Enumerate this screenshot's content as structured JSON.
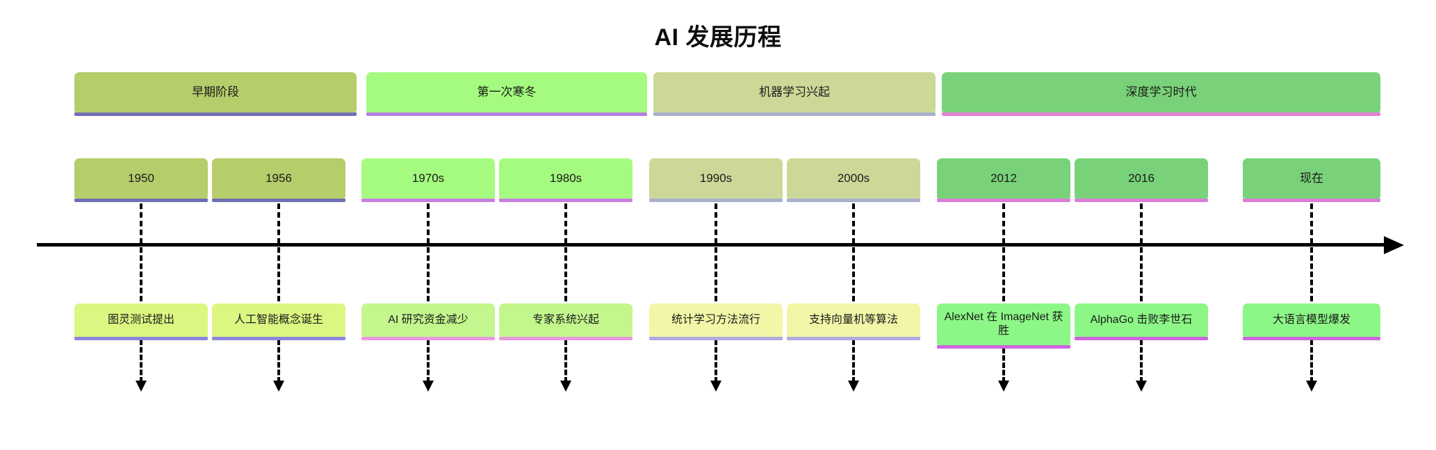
{
  "title": "AI 发展历程",
  "colors": {
    "era_early": "#b5cd6b",
    "era_winter": "#a4fb80",
    "era_ml": "#ccd897",
    "era_dl": "#79d279",
    "year_early": "#b5cd6b",
    "year_winter": "#a4fb80",
    "year_ml": "#ccd897",
    "year_dl": "#79d279",
    "event_early": "#dcf781",
    "event_winter": "#c3f78d",
    "event_ml": "#f2f7a8",
    "event_dl": "#8cf786",
    "accent_purple": "#8c85d9",
    "accent_violet": "#c97fe0",
    "accent_magenta": "#e87fd9",
    "accent_slate": "#a8b0cc",
    "axis": "#000000",
    "text": "#1a1a1a"
  },
  "eras": [
    {
      "label": "早期阶段",
      "fill": "#b5cd6b",
      "accent": "#6f6fb5"
    },
    {
      "label": "第一次寒冬",
      "fill": "#a4fb80",
      "accent": "#b97fe0"
    },
    {
      "label": "机器学习兴起",
      "fill": "#ccd897",
      "accent": "#a8b0cc"
    },
    {
      "label": "深度学习时代",
      "fill": "#79d279",
      "accent": "#e87fd9"
    }
  ],
  "years": [
    {
      "label": "1950",
      "fill": "#b5cd6b",
      "accent": "#6f6fb5"
    },
    {
      "label": "1956",
      "fill": "#b5cd6b",
      "accent": "#6f6fb5"
    },
    {
      "label": "1970s",
      "fill": "#a4fb80",
      "accent": "#c97fe0"
    },
    {
      "label": "1980s",
      "fill": "#a4fb80",
      "accent": "#c97fe0"
    },
    {
      "label": "1990s",
      "fill": "#ccd897",
      "accent": "#a8b0cc"
    },
    {
      "label": "2000s",
      "fill": "#ccd897",
      "accent": "#a8b0cc"
    },
    {
      "label": "2012",
      "fill": "#79d279",
      "accent": "#d97fd9"
    },
    {
      "label": "2016",
      "fill": "#79d279",
      "accent": "#d97fd9"
    },
    {
      "label": "现在",
      "fill": "#79d279",
      "accent": "#d97fd9"
    }
  ],
  "events": [
    {
      "label": "图灵测试提出",
      "fill": "#dcf781",
      "accent": "#8c85d9",
      "tall": false
    },
    {
      "label": "人工智能概念诞生",
      "fill": "#dcf781",
      "accent": "#8c85d9",
      "tall": false
    },
    {
      "label": "AI 研究资金减少",
      "fill": "#c3f78d",
      "accent": "#e89ae0",
      "tall": false
    },
    {
      "label": "专家系统兴起",
      "fill": "#c3f78d",
      "accent": "#e89ae0",
      "tall": false
    },
    {
      "label": "统计学习方法流行",
      "fill": "#f2f7a8",
      "accent": "#b3a8e0",
      "tall": false
    },
    {
      "label": "支持向量机等算法",
      "fill": "#f2f7a8",
      "accent": "#b3a8e0",
      "tall": false
    },
    {
      "label": "AlexNet 在 ImageNet 获胜",
      "fill": "#8cf786",
      "accent": "#cc66dd",
      "tall": true
    },
    {
      "label": "AlphaGo 击败李世石",
      "fill": "#8cf786",
      "accent": "#cc66dd",
      "tall": false
    },
    {
      "label": "大语言模型爆发",
      "fill": "#8cf786",
      "accent": "#cc66dd",
      "tall": false
    }
  ],
  "axis": {
    "name": "timeline-axis",
    "direction": "left-to-right",
    "arrow": "arrow-right"
  }
}
